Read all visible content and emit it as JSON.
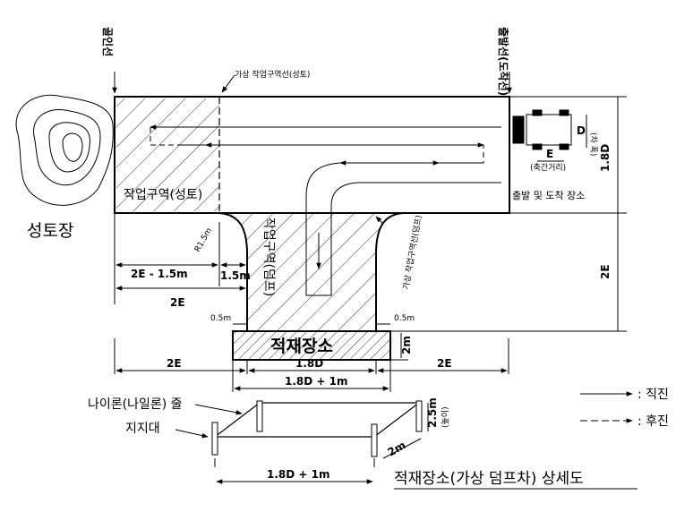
{
  "labels": {
    "mound_area": "성토장",
    "finish_line": "골인선",
    "start_line": "출발선(도착선)",
    "virtual_line_fill": "가상 작업구역선(성토)",
    "virtual_line_dump": "가상 작업구역선(덤프)",
    "work_area_fill": "작업구역(성토)",
    "work_area_dump": "작업구역(덤프)",
    "start_arrival_area": "출발 및 도착 장소",
    "loading_area": "적재장소",
    "vehicle_d": "D",
    "vehicle_e": "E",
    "vehicle_width": "(차 폭)",
    "vehicle_axle": "(축간거리)",
    "nylon_rope": "나이론(나일론) 줄",
    "support": "지지대",
    "detail_title": "적재장소(가상 덤프차) 상세도",
    "height_unit": "(높이)"
  },
  "dimensions": {
    "height_18d": "1.8D",
    "height_2e": "2E",
    "r15": "R1.5m",
    "two_e_minus": "2E - 1.5m",
    "one_five": "1.5m",
    "two_e": "2E",
    "gap_left": "0.5m",
    "gap_right": "0.5m",
    "load_height": "2m",
    "bottom_left_2e": "2E",
    "bottom_right_2e": "2E",
    "load_width": "1.8D",
    "load_width_plus": "1.8D + 1m",
    "detail_height": "2.5m",
    "detail_depth": "2m",
    "detail_width": "1.8D + 1m"
  },
  "legend": {
    "forward": ": 직진",
    "backward": ": 후진"
  }
}
